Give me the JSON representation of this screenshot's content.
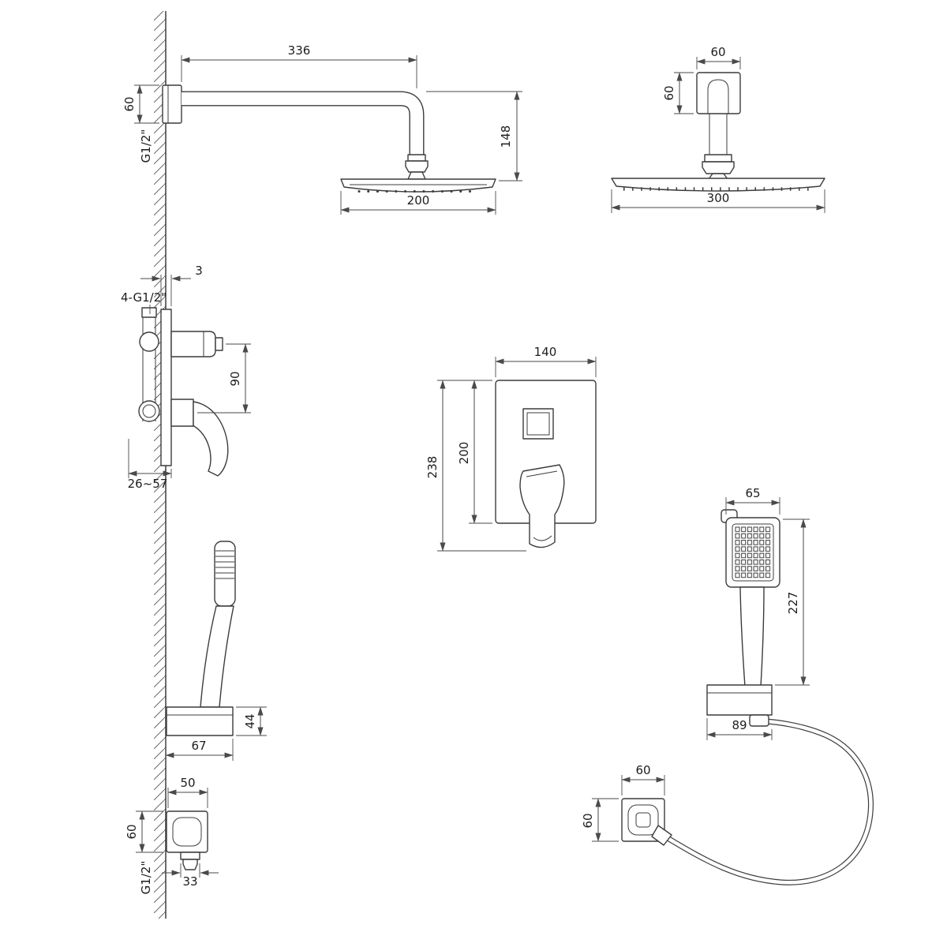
{
  "drawing": {
    "background": "#ffffff",
    "line_color": "#3c3c3c",
    "dimension_color": "#4a4a4a"
  },
  "views": {
    "wall_shower_side": {
      "arm_length": "336",
      "drop_height": "148",
      "head_diameter": "200",
      "flange_size": "60",
      "thread": "G1/2\""
    },
    "overhead_shower_front": {
      "flange_width": "60",
      "flange_height": "60",
      "head_width": "300"
    },
    "mixer_side": {
      "plate_thickness": "3",
      "connections_label": "4-G1/2\"",
      "port_spacing": "90",
      "mounting_depth_range": "26~57"
    },
    "mixer_front": {
      "plate_width": "140",
      "overall_height": "238",
      "plate_height": "200"
    },
    "hand_shower_front": {
      "head_width": "65",
      "overall_length": "227",
      "holder_width": "89"
    },
    "hand_shower_side": {
      "holder_height": "44",
      "holder_depth": "67"
    },
    "wall_outlet_side": {
      "flange_width": "50",
      "flange_height": "60",
      "spout_offset": "33",
      "thread": "G1/2\""
    },
    "hose_outlet_front": {
      "flange_width": "60",
      "flange_height": "60"
    }
  }
}
